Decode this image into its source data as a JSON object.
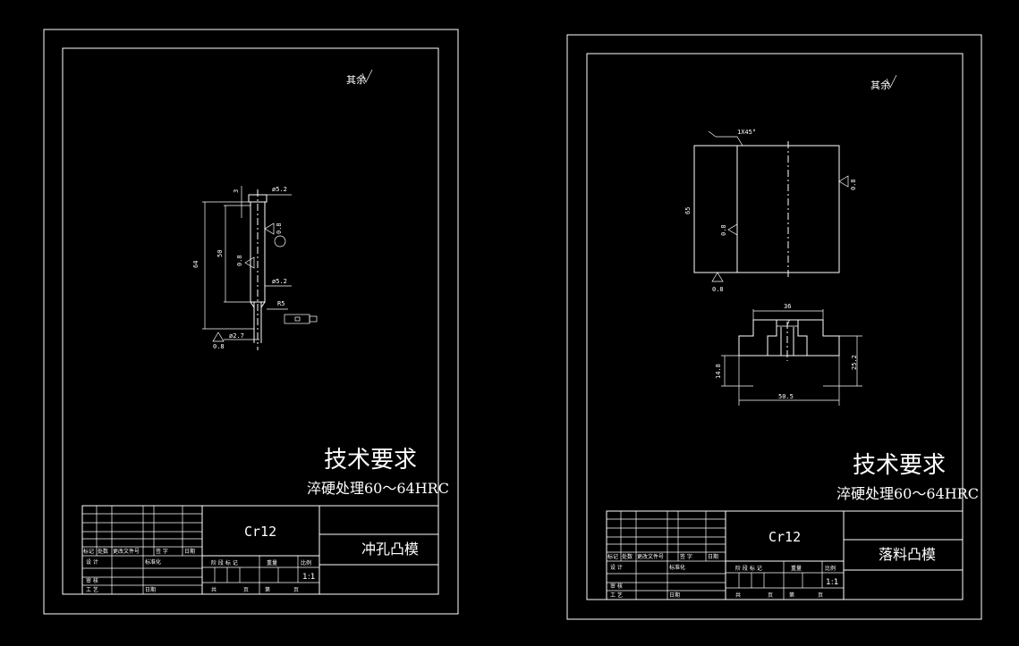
{
  "colors": {
    "background": "#000000",
    "lines": "#ffffff"
  },
  "sheet1": {
    "surface_note": "其余",
    "dims": {
      "d_top": "ø5.2",
      "d_mid": "ø5.2",
      "d_tip": "ø2.7",
      "len_total": "64",
      "len_body": "50",
      "len_head": "3",
      "radius": "R5",
      "rough_a": "0.8",
      "rough_b": "0.8",
      "rough_c": "0.8"
    },
    "tech_title": "技术要求",
    "tech_line": "淬硬处理60～64HRC",
    "material": "Cr12",
    "part_name": "冲孔凸模",
    "scale": "1:1",
    "tb": {
      "mark": "标记",
      "count": "处数",
      "doc": "更改文件号",
      "sign": "签 字",
      "date": "日期",
      "design": "设 计",
      "std": "标准化",
      "stage": "阶 段 标 记",
      "weight": "重量",
      "ratio": "比例",
      "review": "审 核",
      "craft": "工 艺",
      "date2": "日期",
      "total": "共",
      "sheet": "页",
      "page_of": "第",
      "sheet2": "页"
    }
  },
  "sheet2": {
    "surface_note": "其余",
    "dims": {
      "chamfer": "1X45°",
      "height": "65",
      "rough_a": "0.8",
      "rough_b": "0.8",
      "rough_c": "0.8",
      "w_top": "36",
      "w_slot": "7",
      "w_bottom": "50.5",
      "h_right": "25.2",
      "h_left": "14.8"
    },
    "tech_title": "技术要求",
    "tech_line": "淬硬处理60～64HRC",
    "material": "Cr12",
    "part_name": "落料凸模",
    "scale": "1:1",
    "tb": {
      "mark": "标记",
      "count": "处数",
      "doc": "更改文件号",
      "sign": "签 字",
      "date": "日期",
      "design": "设 计",
      "std": "标准化",
      "stage": "阶 段 标 记",
      "weight": "重量",
      "ratio": "比例",
      "review": "审 核",
      "craft": "工 艺",
      "date2": "日期",
      "total": "共",
      "sheet": "页",
      "page_of": "第",
      "sheet2": "页"
    }
  }
}
